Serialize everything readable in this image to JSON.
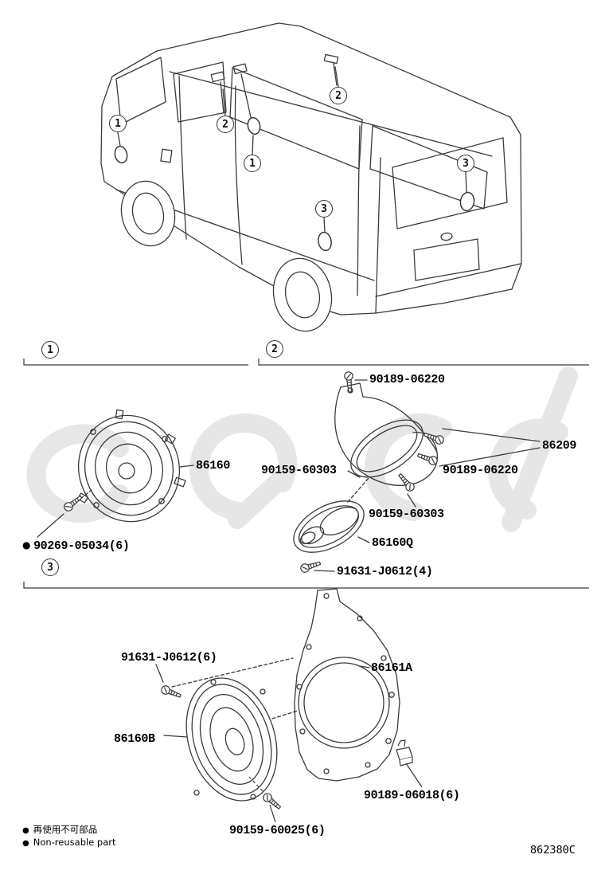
{
  "diagram": {
    "code": "862380C",
    "callouts": {
      "one": "1",
      "two": "2",
      "three": "3"
    },
    "bullet": "●",
    "legend": {
      "jp": "再使用不可部品",
      "en": "Non-reusable part"
    },
    "labels": {
      "l86160": "86160",
      "l90269_05034": "90269-05034(6)",
      "l90189_06220_top": "90189-06220",
      "l90189_06220_side": "90189-06220",
      "l86209": "86209",
      "l90159_60303_left": "90159-60303",
      "l90159_60303_mid": "90159-60303",
      "l86160Q": "86160Q",
      "l91631_J0612_4": "91631-J0612(4)",
      "l91631_J0612_6": "91631-J0612(6)",
      "l86161A": "86161A",
      "l86160B": "86160B",
      "l90189_06018": "90189-06018(6)",
      "l90159_60025": "90159-60025(6)"
    }
  }
}
